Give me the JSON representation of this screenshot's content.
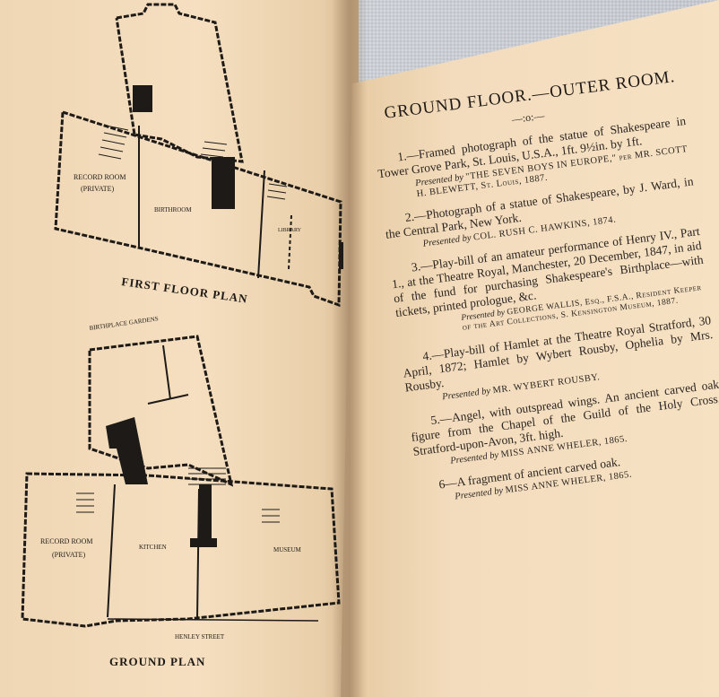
{
  "left_page": {
    "first_floor": {
      "rooms": [
        "RECORD ROOM",
        "(PRIVATE)",
        "BIRTHROOM",
        "LIBRARY"
      ],
      "caption": "FIRST FLOOR PLAN"
    },
    "garden_label": "BIRTHPLACE GARDENS",
    "ground_floor": {
      "rooms": [
        "RECORD ROOM",
        "(PRIVATE)",
        "KITCHEN",
        "MUSEUM"
      ],
      "street": "HENLEY STREET",
      "caption": "GROUND PLAN"
    }
  },
  "right_page": {
    "heading": "GROUND FLOOR.—OUTER ROOM.",
    "divider": "—:o:—",
    "entries": [
      {
        "text": "1.—Framed photograph of the statue of Shakespeare in Tower Grove Park, St. Louis, U.S.A., 1ft. 9½in. by 1ft.",
        "presented_prefix": "Presented by",
        "presented_name": "\"THE SEVEN BOYS IN EUROPE,\" per MR. SCOTT H. BLEWETT, St. Louis, 1887."
      },
      {
        "text": "2.—Photograph of a statue of Shakespeare, by J. Ward, in the Central Park, New York.",
        "presented_prefix": "Presented by",
        "presented_name": "COL. RUSH C. HAWKINS, 1874."
      },
      {
        "text": "3.—Play-bill of an amateur performance of Henry IV., Part 1., at the Theatre Royal, Manchester, 20 December, 1847, in aid of the fund for purchasing Shakespeare's Birthplace—with tickets, printed prologue, &c.",
        "presented_prefix": "Presented by",
        "presented_name": "GEORGE WALLIS, Esq., F.S.A., Resident Keeper of the Art Collections, S. Kensington Museum, 1887."
      },
      {
        "text": "4.—Play-bill of Hamlet at the Theatre Royal Stratford, 30 April, 1872; Hamlet by Wybert Rousby, Ophelia by Mrs. Rousby.",
        "presented_prefix": "Presented by",
        "presented_name": "MR. WYBERT ROUSBY."
      },
      {
        "text": "5.—Angel, with outspread wings. An ancient carved oak figure from the Chapel of the Guild of the Holy Cross, Stratford-upon-Avon, 3ft. high.",
        "presented_prefix": "Presented by",
        "presented_name": "MISS ANNE WHELER, 1865."
      },
      {
        "text": "6—A fragment of ancient carved oak.",
        "presented_prefix": "Presented by",
        "presented_name": "MISS ANNE WHELER, 1865."
      }
    ]
  }
}
